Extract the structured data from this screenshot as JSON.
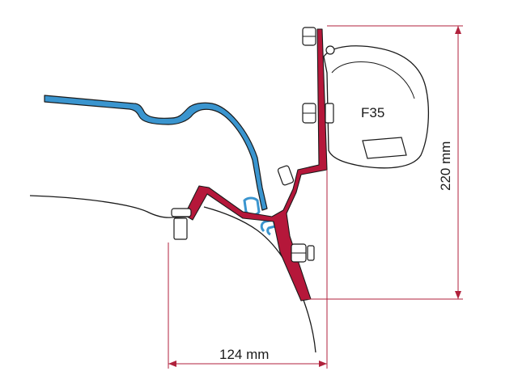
{
  "diagram": {
    "model_label": "F35",
    "dimension_horizontal": "124 mm",
    "dimension_vertical": "220 mm",
    "colors": {
      "dimension_line": "#b0223c",
      "red_bracket": "#b5173a",
      "blue_profile": "#3a95cf",
      "outline": "#1a1a1a",
      "awning_fill": "#ffffff"
    }
  }
}
